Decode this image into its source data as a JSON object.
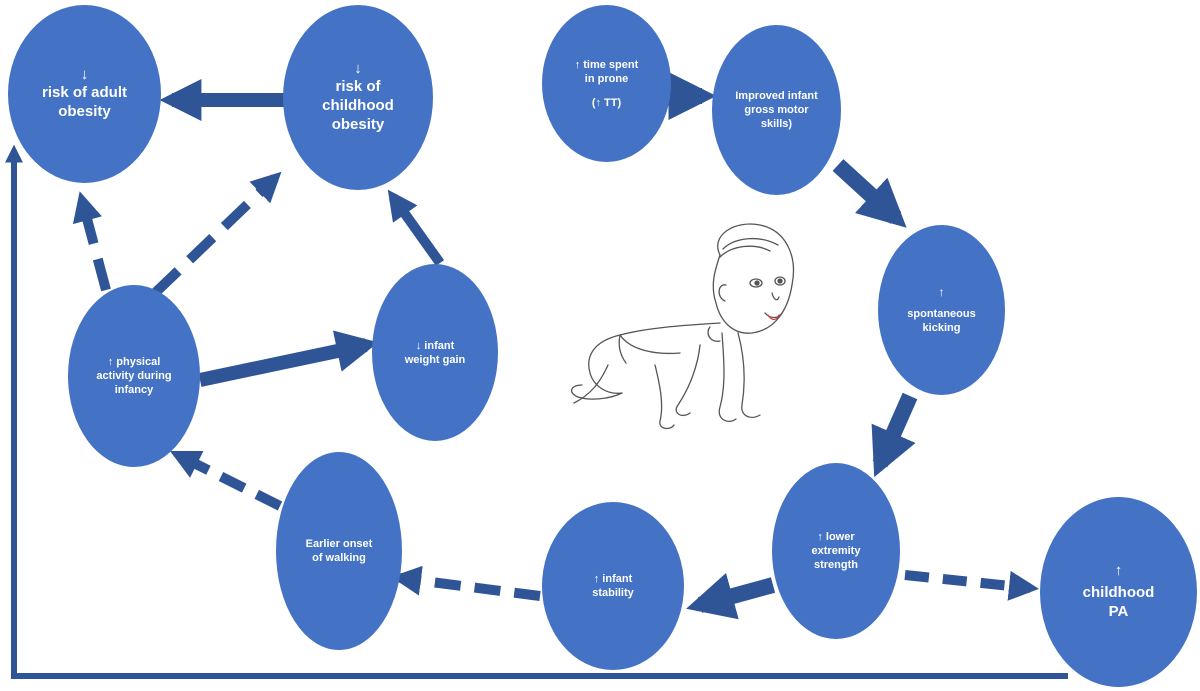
{
  "nodes": {
    "adult_obesity": {
      "arrow": "↓",
      "text": "risk of adult\nobesity"
    },
    "childhood_obesity": {
      "arrow": "↓",
      "text": "risk of\nchildhood\nobesity"
    },
    "prone": {
      "line1": "↑ time spent\nin prone",
      "line2": "(↑ TT)"
    },
    "gross_motor": {
      "text": "Improved infant\ngross motor\nskills)"
    },
    "kicking": {
      "arrow": "↑",
      "text": "spontaneous\nkicking"
    },
    "physical_activity": {
      "text": "↑  physical\nactivity during\ninfancy"
    },
    "weight_gain": {
      "text": "↓ infant\nweight gain"
    },
    "walking": {
      "text": "Earlier onset\nof walking"
    },
    "stability": {
      "text": "↑  infant\nstability"
    },
    "lower_strength": {
      "text": "↑  lower\nextremity\nstrength"
    },
    "childhood_pa": {
      "arrow": "↑",
      "text": "childhood\nPA"
    }
  },
  "colors": {
    "node_fill": "#4472C4",
    "arrow": "#2F5597",
    "node_text": "#FFFFFF"
  },
  "illustration": "crawling-infant-sketch"
}
